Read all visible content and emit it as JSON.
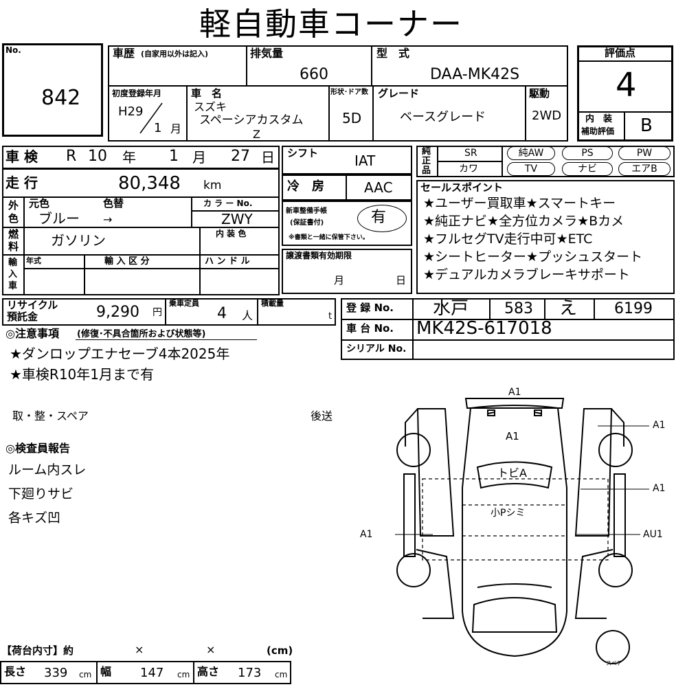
{
  "title": "軽自動車コーナー",
  "no": {
    "label": "No.",
    "value": "842"
  },
  "history": {
    "label": "車歴",
    "note": "(自家用以外は記入)"
  },
  "displacement": {
    "label": "排気量",
    "value": "660"
  },
  "model": {
    "label": "型　式",
    "value": "DAA-MK42S"
  },
  "rating": {
    "label": "評価点",
    "value": "4",
    "interior_label_1": "内　装",
    "interior_label_2": "補助評価",
    "interior_value": "B"
  },
  "first_reg": {
    "label": "初度登録年月",
    "year": "H29",
    "month": "1",
    "month_unit": "月"
  },
  "car_name": {
    "label": "車　名",
    "maker": "スズキ",
    "name_line1": "スペーシアカスタム",
    "name_line2": "Z"
  },
  "doors": {
    "label": "形状･ドア数",
    "value": "5D"
  },
  "grade": {
    "label": "グレード",
    "value": "ベースグレード"
  },
  "drive": {
    "label": "駆動",
    "value": "2WD"
  },
  "inspection": {
    "label": "車 検",
    "era": "R",
    "year": "10",
    "year_unit": "年",
    "month": "1",
    "month_unit": "月",
    "day": "27",
    "day_unit": "日"
  },
  "mileage": {
    "label": "走 行",
    "value": "80,348",
    "unit": "km"
  },
  "shift": {
    "label": "シフト",
    "value": "IAT"
  },
  "aircon": {
    "label": "冷　房",
    "value": "AAC"
  },
  "equipment": {
    "label_1": "純",
    "label_2": "正",
    "label_3": "品",
    "sr": "SR",
    "kawa": "カワ",
    "items": [
      "純AW",
      "PS",
      "PW",
      "TV",
      "ナビ",
      "エアB"
    ]
  },
  "color": {
    "outer_label_1": "外",
    "outer_label_2": "色",
    "orig_label": "元色",
    "change_label": "色替",
    "orig_value": "ブルー",
    "arrow": "→",
    "code_label": "カ ラ ー No.",
    "code_value": "ZWY",
    "interior_label": "内 装 色"
  },
  "fuel": {
    "label_1": "燃",
    "label_2": "料",
    "value": "ガソリン"
  },
  "maintenance": {
    "label_1": "新車整備手帳",
    "label_2": "(保証書付)",
    "value": "有",
    "note": "※書類と一緒に保管下さい。"
  },
  "sales_points": {
    "label": "セールスポイント",
    "lines": [
      "★ユーザー買取車★スマートキー",
      "★純正ナビ★全方位カメラ★Bカメ",
      "★フルセグTV走行中可★ETC",
      "★シートヒーター★プッシュスタート",
      "★デュアルカメラブレーキサポート"
    ]
  },
  "import": {
    "label_1": "輸",
    "label_2": "入",
    "label_3": "車",
    "year_label": "年式",
    "class_label": "輸 入 区 分",
    "handle_label": "ハ ン ド ル"
  },
  "transfer": {
    "label": "譲渡書類有効期限",
    "month_unit": "月",
    "day_unit": "日"
  },
  "recycle": {
    "label_1": "リサイクル",
    "label_2": "預託金",
    "value": "9,290",
    "unit": "円"
  },
  "capacity": {
    "label": "乗車定員",
    "value": "4",
    "unit": "人"
  },
  "load": {
    "label": "積載量",
    "unit": "t"
  },
  "registration": {
    "label": "登 録 No.",
    "place": "水戸",
    "class_no": "583",
    "kana": "え",
    "number": "6199"
  },
  "chassis": {
    "label": "車 台 No.",
    "value": "MK42S-617018"
  },
  "serial": {
    "label": "シリアル No."
  },
  "notes": {
    "label": "◎注意事項",
    "sub": "(修復･不具合箇所および状態等)",
    "lines": [
      "★ダンロップエナセーブ4本2025年",
      "★車検R10年1月まで有"
    ]
  },
  "spare_tool": "取・整・スペア",
  "rear_send": "後送",
  "inspector": {
    "label": "◎検査員報告",
    "lines": [
      "ルーム内スレ",
      "下廻りサビ",
      "各キズ凹"
    ]
  },
  "diagram": {
    "top": "A1",
    "right_front": "A1",
    "right_mid": "A1",
    "right_rear": "AU1",
    "left_rear": "A1",
    "hood": "A1",
    "roof": "トビA",
    "cabin": "小Pシミ",
    "spare": "スペア"
  },
  "cargo": {
    "label": "【荷台内寸】約",
    "times1": "×",
    "times2": "×",
    "unit_cm": "(cm)",
    "length_label": "長さ",
    "length_value": "339",
    "width_label": "幅",
    "width_value": "147",
    "height_label": "高さ",
    "height_value": "173",
    "cm": "cm"
  }
}
